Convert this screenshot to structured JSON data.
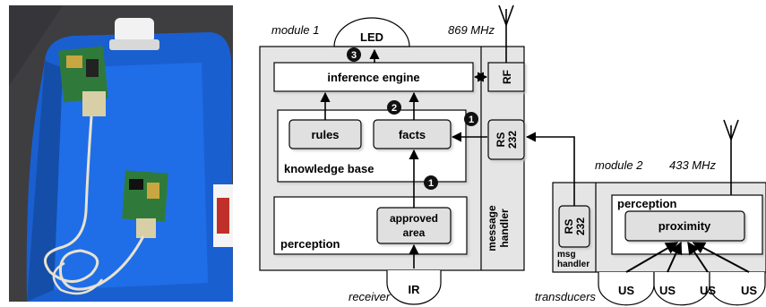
{
  "module1": {
    "title": "module 1",
    "led": "LED",
    "freq": "869 MHz",
    "inference_engine": "inference engine",
    "rf": "RF",
    "rules": "rules",
    "facts": "facts",
    "knowledge_base": "knowledge base",
    "rs232_line1": "RS",
    "rs232_line2": "232",
    "approved_area_line1": "approved",
    "approved_area_line2": "area",
    "perception": "perception",
    "message_handler_line1": "message",
    "message_handler_line2": "handler",
    "ir": "IR",
    "receiver": "receiver"
  },
  "module2": {
    "title": "module 2",
    "freq": "433 MHz",
    "perception": "perception",
    "proximity": "proximity",
    "rs232_line1": "RS",
    "rs232_line2": "232",
    "msg_handler_line1": "msg",
    "msg_handler_line2": "handler",
    "transducers": "transducers",
    "us_labels": [
      "US",
      "US",
      "US",
      "US"
    ]
  },
  "steps": [
    "1",
    "2",
    "3",
    "1"
  ]
}
